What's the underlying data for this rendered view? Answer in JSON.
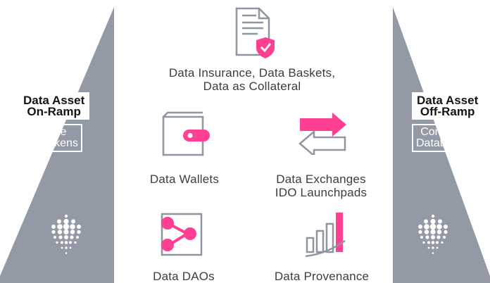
{
  "left_panel": {
    "title_lines": [
      "Data Asset",
      "On-Ramp"
    ],
    "subtitle_lines": [
      "Create",
      "Datatokens"
    ]
  },
  "right_panel": {
    "title_lines": [
      "Data Asset",
      "Off-Ramp"
    ],
    "subtitle_lines": [
      "Consume",
      "Datatokens"
    ]
  },
  "items": {
    "insurance": [
      "Data Insurance, Data Baskets,",
      "Data as Collateral"
    ],
    "wallets": [
      "Data Wallets"
    ],
    "exchanges": [
      "Data Exchanges",
      "IDO Launchpads"
    ],
    "daos": [
      "Data DAOs"
    ],
    "provenance": [
      "Data Provenance"
    ]
  },
  "colors": {
    "panel": "#939aa5",
    "accent": "#ff4092",
    "icon_outline": "#8f96a1",
    "text": "#3d3d3d"
  },
  "icons": [
    "document-shield-icon",
    "wallet-icon",
    "exchange-arrows-icon",
    "share-nodes-icon",
    "bar-chart-icon",
    "ocean-logo-icon"
  ]
}
